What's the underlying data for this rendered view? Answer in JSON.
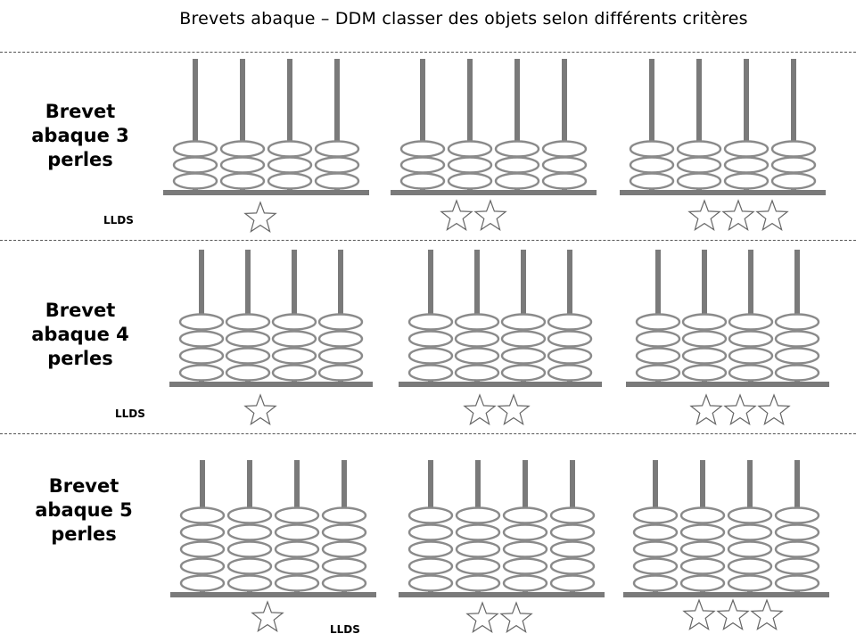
{
  "title": "Brevets abaque – DDM classer des objets selon différents critères",
  "colors": {
    "rod": "#7a7a7a",
    "bead_stroke": "#8a8a8a",
    "bead_fill": "#ffffff",
    "star_stroke": "#666666",
    "separator": "#555555"
  },
  "rows": [
    {
      "label_lines": [
        "Brevet",
        "abaque 3",
        "perles"
      ],
      "beads_per_rod": 3,
      "tag": "LLDS",
      "levels": [
        {
          "stars": 1
        },
        {
          "stars": 2
        },
        {
          "stars": 3
        }
      ]
    },
    {
      "label_lines": [
        "Brevet",
        "abaque 4",
        "perles"
      ],
      "beads_per_rod": 4,
      "tag": "LLDS",
      "levels": [
        {
          "stars": 1
        },
        {
          "stars": 2
        },
        {
          "stars": 3
        }
      ]
    },
    {
      "label_lines": [
        "Brevet",
        "abaque 5",
        "perles"
      ],
      "beads_per_rod": 5,
      "tag": "LLDS",
      "levels": [
        {
          "stars": 1
        },
        {
          "stars": 2
        },
        {
          "stars": 3
        }
      ]
    }
  ],
  "rods_per_abacus": 4
}
